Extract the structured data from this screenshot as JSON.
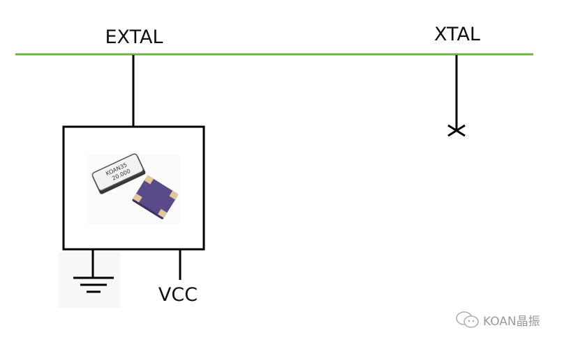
{
  "diagram": {
    "labels": {
      "extal": "EXTAL",
      "xtal": "XTAL",
      "vcc": "VCC"
    },
    "bus_color": "#70b040",
    "wire_color": "#000000",
    "oscillator": {
      "chip_marking_line1": "KOAN35",
      "chip_marking_line2": "20.000",
      "chip_body_color": "#5b4a8a",
      "pad_color": "#e2c79a",
      "metal_lid_color": "#f2f2f2"
    },
    "symbols": {
      "ground": "ground-symbol",
      "no_connect": "no-connect-x"
    }
  },
  "watermark": {
    "icon": "wechat-icon",
    "text": "KOAN晶振"
  }
}
